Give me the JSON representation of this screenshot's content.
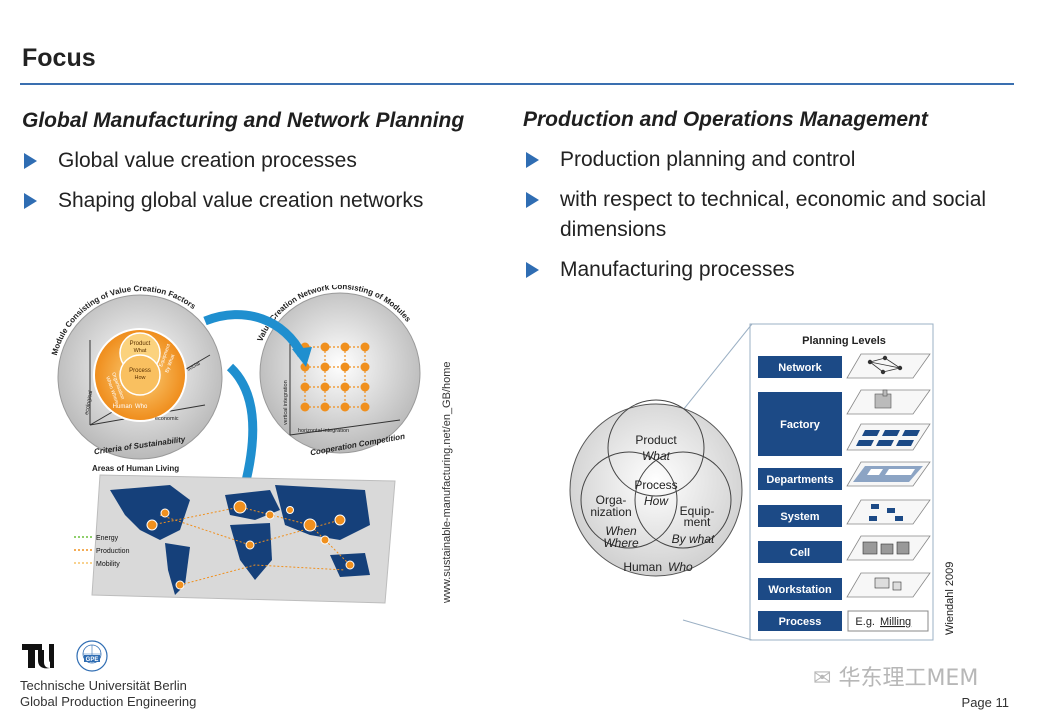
{
  "slide": {
    "title": "Focus",
    "page": "Page 11"
  },
  "left": {
    "heading": "Global Manufacturing and Network Planning",
    "bullets": [
      "Global value creation processes",
      "Shaping global value creation networks"
    ]
  },
  "right": {
    "heading": "Production and Operations Management",
    "bullets": [
      "Production planning and control",
      "with respect to technical, economic and social dimensions",
      "Manufacturing processes"
    ]
  },
  "left_figure": {
    "module_title": "Module Consisting of Value Creation Factors",
    "network_title": "Value Creation Network Consisting of Modules",
    "criteria": "Criteria of Sustainability",
    "cooperation": "Cooperation Competition",
    "product": "Product",
    "product_q": "What",
    "process": "Process",
    "process_q": "How",
    "organisation": "Organisation",
    "organisation_q": "When Where",
    "equipment": "Equipment",
    "equipment_q": "By What",
    "human": "Human",
    "human_q": "Who",
    "axis_ecological": "ecological",
    "axis_economic": "economic",
    "axis_social": "social",
    "vertical": "vertical integration",
    "horizontal": "horizontal integration",
    "map_title": "Areas of Human Living",
    "legend": [
      "Energy",
      "Production",
      "Mobility"
    ],
    "source_url": "www.sustainable-manufacturing.net/en_GB/home",
    "colors": {
      "orange": "#f0901e",
      "blue": "#1f8fcf",
      "navy": "#15407a"
    }
  },
  "right_figure": {
    "planning_title": "Planning Levels",
    "levels": [
      "Network",
      "Factory",
      "Departments",
      "System",
      "Cell",
      "Workstation",
      "Process"
    ],
    "milling_prefix": "E.g.",
    "milling": "Milling",
    "venn_product": "Product",
    "venn_what": "What",
    "venn_process": "Process",
    "venn_how": "How",
    "venn_org1": "Orga-",
    "venn_org2": "nization",
    "venn_when": "When",
    "venn_where": "Where",
    "venn_eq1": "Equip-",
    "venn_eq2": "ment",
    "venn_bywhat": "By what",
    "venn_human": "Human",
    "venn_who": "Who",
    "credit": "Wiendahl 2009",
    "colors": {
      "box": "#1c4a86"
    }
  },
  "footer": {
    "university": "Technische Universität Berlin",
    "department": "Global Production Engineering",
    "logo_text": "GPE",
    "wechat": "华东理工MEM"
  }
}
